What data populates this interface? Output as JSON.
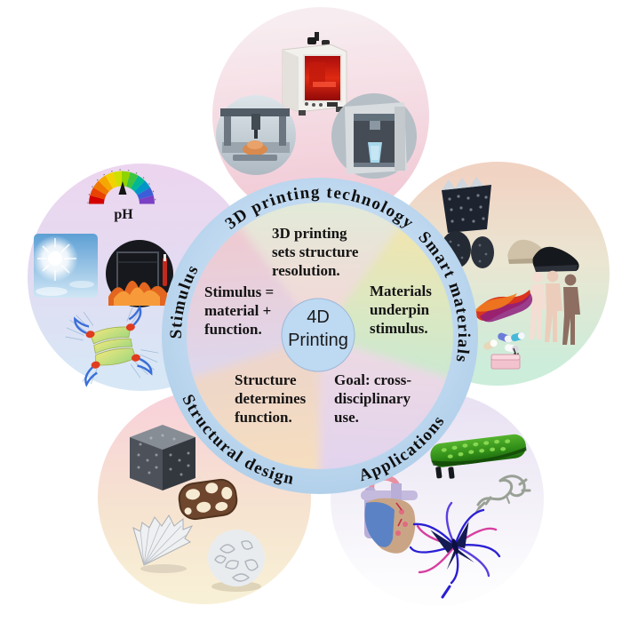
{
  "figure": {
    "title": "4D Printing concept flower diagram",
    "center": {
      "line1": "4D",
      "line2": "Printing"
    }
  },
  "ring_labels": {
    "technology": "3D printing technology",
    "smart_materials": "Smart materials",
    "applications": "Applications",
    "structural_design": "Structural design",
    "stimulus": "Stimulus"
  },
  "wedges": {
    "technology": {
      "text": "3D printing sets structure resolution.",
      "lines": [
        "3D printing",
        "sets structure",
        "resolution."
      ]
    },
    "smart_materials": {
      "text": "Materials underpin stimulus.",
      "lines": [
        "Materials",
        "underpin",
        "stimulus."
      ]
    },
    "applications": {
      "text": "Goal: cross-disciplinary use.",
      "lines": [
        "Goal: cross-",
        "disciplinary",
        "use."
      ]
    },
    "structural_design": {
      "text": "Structure determines function.",
      "lines": [
        "Structure",
        "determines",
        "function."
      ]
    },
    "stimulus": {
      "text": "Stimulus = material + function.",
      "lines": [
        "Stimulus =",
        "material +",
        "function."
      ]
    }
  },
  "labels": {
    "ph": "pH"
  },
  "petals": {
    "technology": {
      "images": [
        "enclosed-3d-printer",
        "gantry-bioprinter-photo",
        "fdm-printer-photo"
      ]
    },
    "smart_materials": {
      "images": [
        "lattice-crown",
        "lattice-soles",
        "printed-shoes",
        "human-silhouettes",
        "twisted-ribbon",
        "capsule-pills",
        "drug-tablet"
      ]
    },
    "applications": {
      "images": [
        "soft-caterpillar-robot",
        "printed-dragon",
        "anatomical-heart",
        "fiber-butterfly"
      ]
    },
    "structural_design": {
      "images": [
        "lattice-cube",
        "bronze-tubular-lattice",
        "folded-fan-structure",
        "lattice-sphere"
      ]
    },
    "stimulus": {
      "images": [
        "ph-gauge",
        "sunlight-photo",
        "furnace-photo",
        "fea-simulation-structure"
      ]
    }
  },
  "colors": {
    "ring_blue": "#b7d3ec",
    "center_circle_blue": "#bed9f2",
    "wedge_technology": [
      "#e2ead8",
      "#f6d5d9"
    ],
    "wedge_smart_materials": [
      "#f2e5ae",
      "#c8e9d2"
    ],
    "wedge_applications": [
      "#ecd9e4",
      "#e2d3ee"
    ],
    "wedge_structural_design": [
      "#edd5cb",
      "#f6debe"
    ],
    "wedge_stimulus": [
      "#f0c9cf",
      "#dcd8ee"
    ],
    "text": "#141414"
  }
}
